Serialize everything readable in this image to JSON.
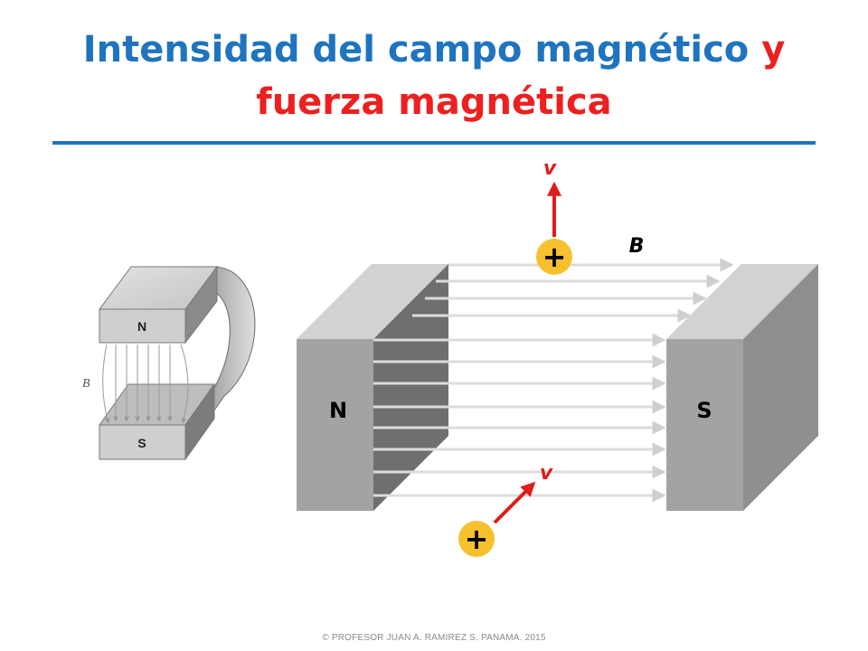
{
  "title": {
    "line1_blue": "Intensidad del campo magnético",
    "line1_red": "y",
    "line2_red": "fuerza magnética"
  },
  "horseshoe": {
    "north_label": "N",
    "south_label": "S",
    "field_label": "B"
  },
  "diagram": {
    "north_label": "N",
    "south_label": "S",
    "field_label": "B",
    "charge_top": {
      "sign": "+",
      "velocity_label": "v"
    },
    "charge_bottom": {
      "sign": "+",
      "velocity_label": "v"
    }
  },
  "colors": {
    "title_blue": "#1f74bf",
    "title_red": "#ee1f1f",
    "charge_fill": "#f6c12d",
    "velocity_arrow": "#e21b1b",
    "magnet_face": "#a3a3a3",
    "magnet_side": "#6f6f6f",
    "field_line": "#dcdcdc"
  },
  "footer": "© PROFESOR JUAN A. RAMIREZ S.  PANAMA.  2015"
}
